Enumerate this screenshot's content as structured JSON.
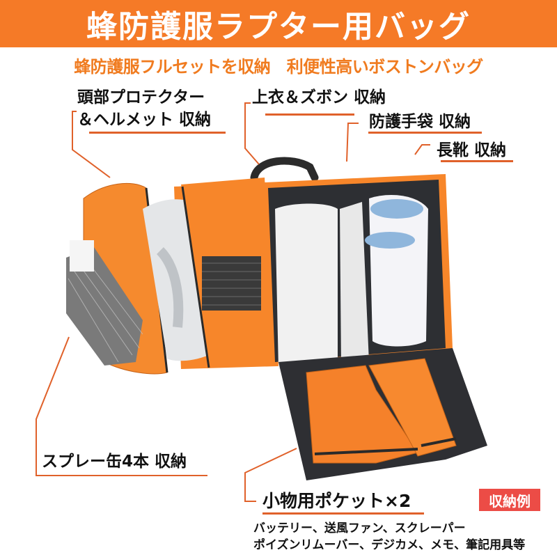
{
  "header": {
    "title": "蜂防護服ラプター用バッグ",
    "subtitle": "蜂防護服フルセットを収納　利便性高いボストンバッグ"
  },
  "callouts": {
    "head": {
      "line1": "頭部プロテクター",
      "line2": "＆ヘルメット 収納"
    },
    "clothes": {
      "label": "上衣＆ズボン 収納"
    },
    "gloves": {
      "label": "防護手袋 収納"
    },
    "boots": {
      "label": "長靴 収納"
    },
    "spray": {
      "label": "スプレー缶4本 収納"
    },
    "pocket": {
      "label": "小物用ポケット×2"
    }
  },
  "pocket_contents": {
    "line1": "バッテリー、送風ファン、スクレーパー",
    "line2": "ポイズンリムーバー、デジカメ、メモ、筆記用具等"
  },
  "badge": {
    "label": "収納例"
  },
  "colors": {
    "banner": "#f57a27",
    "accent_line": "#e0612a",
    "badge": "#ec4c46",
    "bag_orange": "#f7862a"
  }
}
